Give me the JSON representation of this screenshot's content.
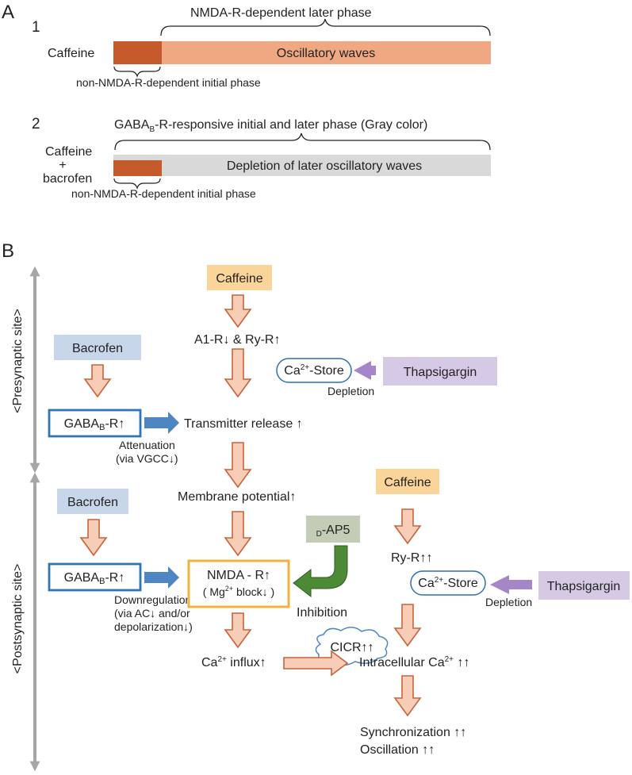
{
  "panel_a": {
    "letter": "A",
    "section1": {
      "number": "1",
      "left_label": "Caffeine",
      "bar_text": "Oscillatory waves",
      "top_label": "NMDA-R-dependent later phase",
      "bottom_label": "non-NMDA-R-dependent initial phase"
    },
    "section2": {
      "number": "2",
      "left_label_1": "Caffeine",
      "left_label_2": "+",
      "left_label_3": "bacrofen",
      "bar_text": "Depletion of later oscillatory waves",
      "top_label_pre": "GABA",
      "top_label_sub": "B",
      "top_label_post": "-R-responsive initial and later phase (Gray color)",
      "bottom_label": "non-NMDA-R-dependent initial phase"
    },
    "colors": {
      "initial_phase": "#c55a2a",
      "oscillatory": "#f0a882",
      "gray_phase": "#d9d9d9"
    }
  },
  "panel_b": {
    "letter": "B",
    "axis_presynaptic": "<Presynaptic site>",
    "axis_postsynaptic": "<Postsynaptic site>",
    "pre": {
      "caffeine": "Caffeine",
      "a1r_ryr": "A1-R↓ & Ry-R↑",
      "ca_store_pre": "Ca",
      "ca_store_sup": "2+",
      "ca_store_post": "-Store",
      "thapsigargin": "Thapsigargin",
      "depletion": "Depletion",
      "bacrofen": "Bacrofen",
      "gabab_pre": "GABA",
      "gabab_sub": "B",
      "gabab_post": "-R↑",
      "transmitter_release": "Transmitter release ↑",
      "attenuation_1": "Attenuation",
      "attenuation_2": "(via VGCC↓)"
    },
    "post": {
      "membrane_potential": "Membrane potential↑",
      "bacrofen": "Bacrofen",
      "gabab_pre": "GABA",
      "gabab_sub": "B",
      "gabab_post": "-R↑",
      "downregulation_1": "Downregulation",
      "downregulation_2": "(via AC↓ and/or",
      "downregulation_3": "depolarization↓)",
      "nmda_r": "NMDA - R↑",
      "mg_block_pre": "( Mg",
      "mg_block_sup": "2+",
      "mg_block_post": " block↓ )",
      "dap5_sub": "D",
      "dap5_main": "-AP5",
      "inhibition": "Inhibition",
      "caffeine": "Caffeine",
      "ryr": "Ry-R↑↑",
      "ca_store_pre": "Ca",
      "ca_store_sup": "2+",
      "ca_store_post": "-Store",
      "thapsigargin": "Thapsigargin",
      "depletion": "Depletion",
      "cicr": "CICR↑↑",
      "ca_influx_pre": "Ca",
      "ca_influx_sup": "2+",
      "ca_influx_post": " influx↑",
      "intracellular_pre": "Intracellular Ca",
      "intracellular_sup": "2+",
      "intracellular_post": " ↑↑",
      "synchronization": "Synchronization ↑↑",
      "oscillation": "Oscillation ↑↑"
    },
    "colors": {
      "caffeine_box": "#fbd49a",
      "bacrofen_box": "#c8d6ea",
      "thapsigargin_box": "#d5c9e6",
      "dap5_box": "#c3cdb5",
      "gabab_border": "#2f75b5",
      "nmda_border": "#f0b43c",
      "down_arrow_fill": "#f7cdb7",
      "down_arrow_stroke": "#c8643c",
      "blue_arrow": "#4e86c4",
      "purple_arrow": "#a586c9",
      "green_arrow": "#4e8a35",
      "axis_gray": "#a6a6a6"
    }
  }
}
